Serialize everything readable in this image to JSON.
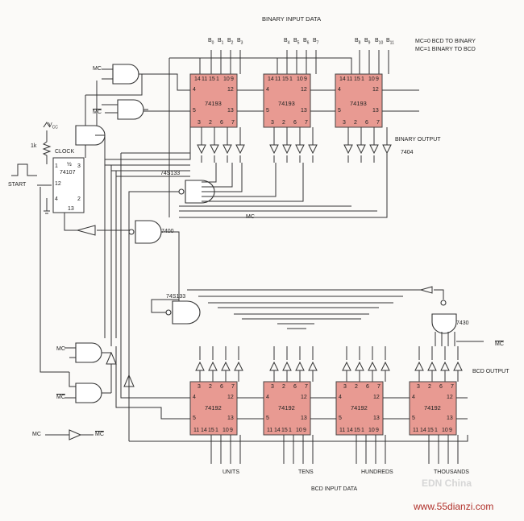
{
  "header": {
    "binary_input_data": "BINARY INPUT DATA",
    "mode_line1": "MC=0 BCD TO BINARY",
    "mode_line2": "MC=1 BINARY TO BCD"
  },
  "binary_bits": [
    "B0",
    "B1",
    "B2",
    "B3",
    "B4",
    "B5",
    "B6",
    "B7",
    "B8",
    "B9",
    "B10",
    "B11"
  ],
  "binary_counters": [
    {
      "part": "74193",
      "top_pins": [
        "14",
        "11",
        "15",
        "1",
        "10",
        "9"
      ]
    },
    {
      "part": "74193",
      "top_pins": [
        "14",
        "11",
        "15",
        "1",
        "10",
        "9"
      ]
    },
    {
      "part": "74193",
      "top_pins": [
        "14",
        "11",
        "15",
        "1",
        "10",
        "9"
      ]
    }
  ],
  "bcd_counters": [
    {
      "part": "74192"
    },
    {
      "part": "74192"
    },
    {
      "part": "74192"
    },
    {
      "part": "74192"
    }
  ],
  "counter_pins": {
    "left_top": "4",
    "left_bottom": "5",
    "right_top": "12",
    "right_bottom": "13",
    "bottom": [
      "3",
      "2",
      "6",
      "7"
    ],
    "bcd_top": [
      "3",
      "2",
      "6",
      "7"
    ],
    "bcd_bottom": [
      "11",
      "14",
      "15",
      "1",
      "10",
      "9"
    ]
  },
  "labels": {
    "binary_output": "BINARY OUTPUT",
    "inv_7404": "7404",
    "gate_74s133_top": "74S133",
    "gate_7400": "7400",
    "gate_74s133_bottom": "74S133",
    "gate_7430": "7430",
    "bcd_output": "BCD OUTPUT",
    "mc": "MC",
    "mc_bar": "MC",
    "vcc": "V",
    "vcc_sub": "CC",
    "res_1k": "1k",
    "clock": "CLOCK",
    "start": "START",
    "ff_half": "½",
    "ff_part": "74107",
    "ff_pins": [
      "1",
      "3",
      "12",
      "4",
      "13",
      "2"
    ],
    "units": "UNITS",
    "tens": "TENS",
    "hundreds": "HUNDREDS",
    "thousands": "THOUSANDS",
    "bcd_input_data": "BCD INPUT DATA",
    "watermark": "www.55dianzi.com",
    "faint_mark": "EDN China"
  },
  "colors": {
    "chip_fill": "#e89a92",
    "wire": "#333333",
    "watermark": "#b0302a"
  }
}
